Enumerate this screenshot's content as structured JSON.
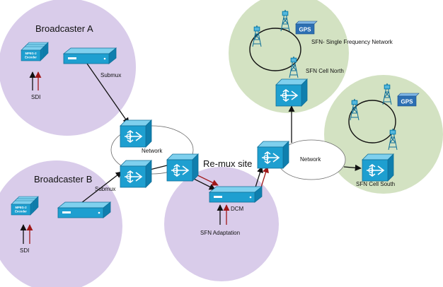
{
  "labels": {
    "broadcaster_a": "Broadcaster A",
    "broadcaster_b": "Broadcaster B",
    "remux_site": "Re-mux site",
    "submux_a": "Submux",
    "submux_b": "Submux",
    "network_left": "Network",
    "network_right": "Network",
    "sdi_a": "SDI",
    "sdi_b": "SDI",
    "encoder_a_line1": "MPEG-2",
    "encoder_a_line2": "Encoder",
    "encoder_b_line1": "MPEG-2",
    "encoder_b_line2": "Encoder",
    "dcm": "DCM",
    "sfn_adaptation": "SFN Adaptation",
    "sfn_title": "SFN- Single Frequency Network",
    "sfn_cell_north": "SFN Cell North",
    "sfn_cell_south": "SFN Cell South",
    "gps_north": "GPS",
    "gps_south": "GPS"
  },
  "colors": {
    "broadcaster_circle": "#d9ccea",
    "sfn_circle": "#d3e2c2",
    "device_blue": "#1e9fd0",
    "device_blue_dark": "#0f6f98",
    "arrow_black": "#111111",
    "arrow_red": "#a01818",
    "gps_blue": "#2c6fb3"
  }
}
